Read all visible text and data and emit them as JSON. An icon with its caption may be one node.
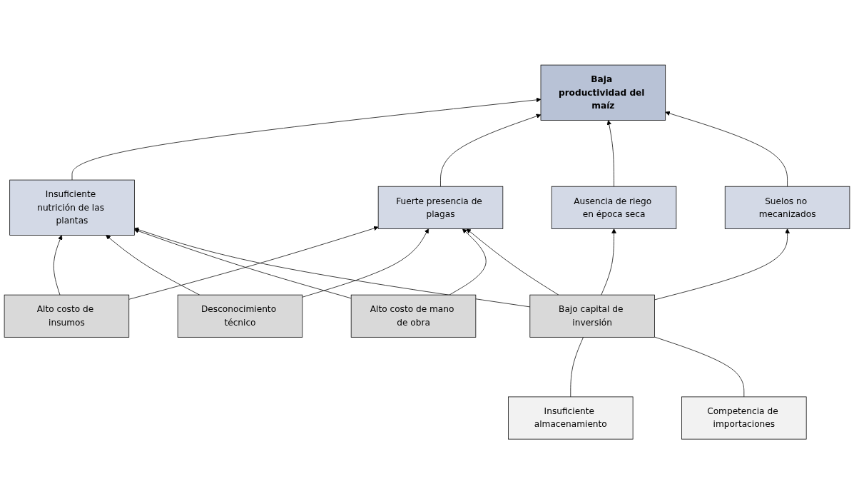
{
  "diagram": {
    "nodes": [
      {
        "text": [
          "Baja productividad del maíz"
        ]
      },
      {
        "text": [
          "Insuficiente nutrición de las plantas"
        ]
      },
      {
        "text": [
          "Fuerte presencia de plagas"
        ]
      },
      {
        "text": [
          "Ausencia de riego en época seca"
        ]
      },
      {
        "text": [
          "Suelos no mecanizados"
        ]
      },
      {
        "text": [
          "Alto costo de insumos"
        ]
      },
      {
        "text": [
          "Desconocimiento técnico"
        ]
      },
      {
        "text": [
          "Alto costo de mano de obra"
        ]
      },
      {
        "text": [
          "Bajo capital de inversión"
        ]
      },
      {
        "text": [
          "Insuficiente almacenamiento"
        ]
      },
      {
        "text": [
          "Competencia de importaciones"
        ]
      }
    ],
    "edges": [
      {
        "from": 1,
        "to": 0,
        "arrow": "to"
      },
      {
        "from": 2,
        "to": 0,
        "arrow": "to"
      },
      {
        "from": 3,
        "to": 0,
        "arrow": "to"
      },
      {
        "from": 4,
        "to": 0,
        "arrow": "to"
      },
      {
        "from": 5,
        "to": 1,
        "arrow": "to"
      },
      {
        "from": 5,
        "to": 2,
        "arrow": "to"
      },
      {
        "from": 6,
        "to": 1,
        "arrow": "to"
      },
      {
        "from": 6,
        "to": 2,
        "arrow": "to"
      },
      {
        "from": 7,
        "to": 1,
        "arrow": "to"
      },
      {
        "from": 7,
        "to": 2,
        "arrow": "to"
      },
      {
        "from": 8,
        "to": 1,
        "arrow": "to"
      },
      {
        "from": 8,
        "to": 2,
        "arrow": "to"
      },
      {
        "from": 8,
        "to": 3,
        "arrow": "to"
      },
      {
        "from": 8,
        "to": 4,
        "arrow": "to"
      },
      {
        "from": 9,
        "to": 8,
        "arrow": "none"
      },
      {
        "from": 10,
        "to": 8,
        "arrow": "none"
      }
    ]
  }
}
